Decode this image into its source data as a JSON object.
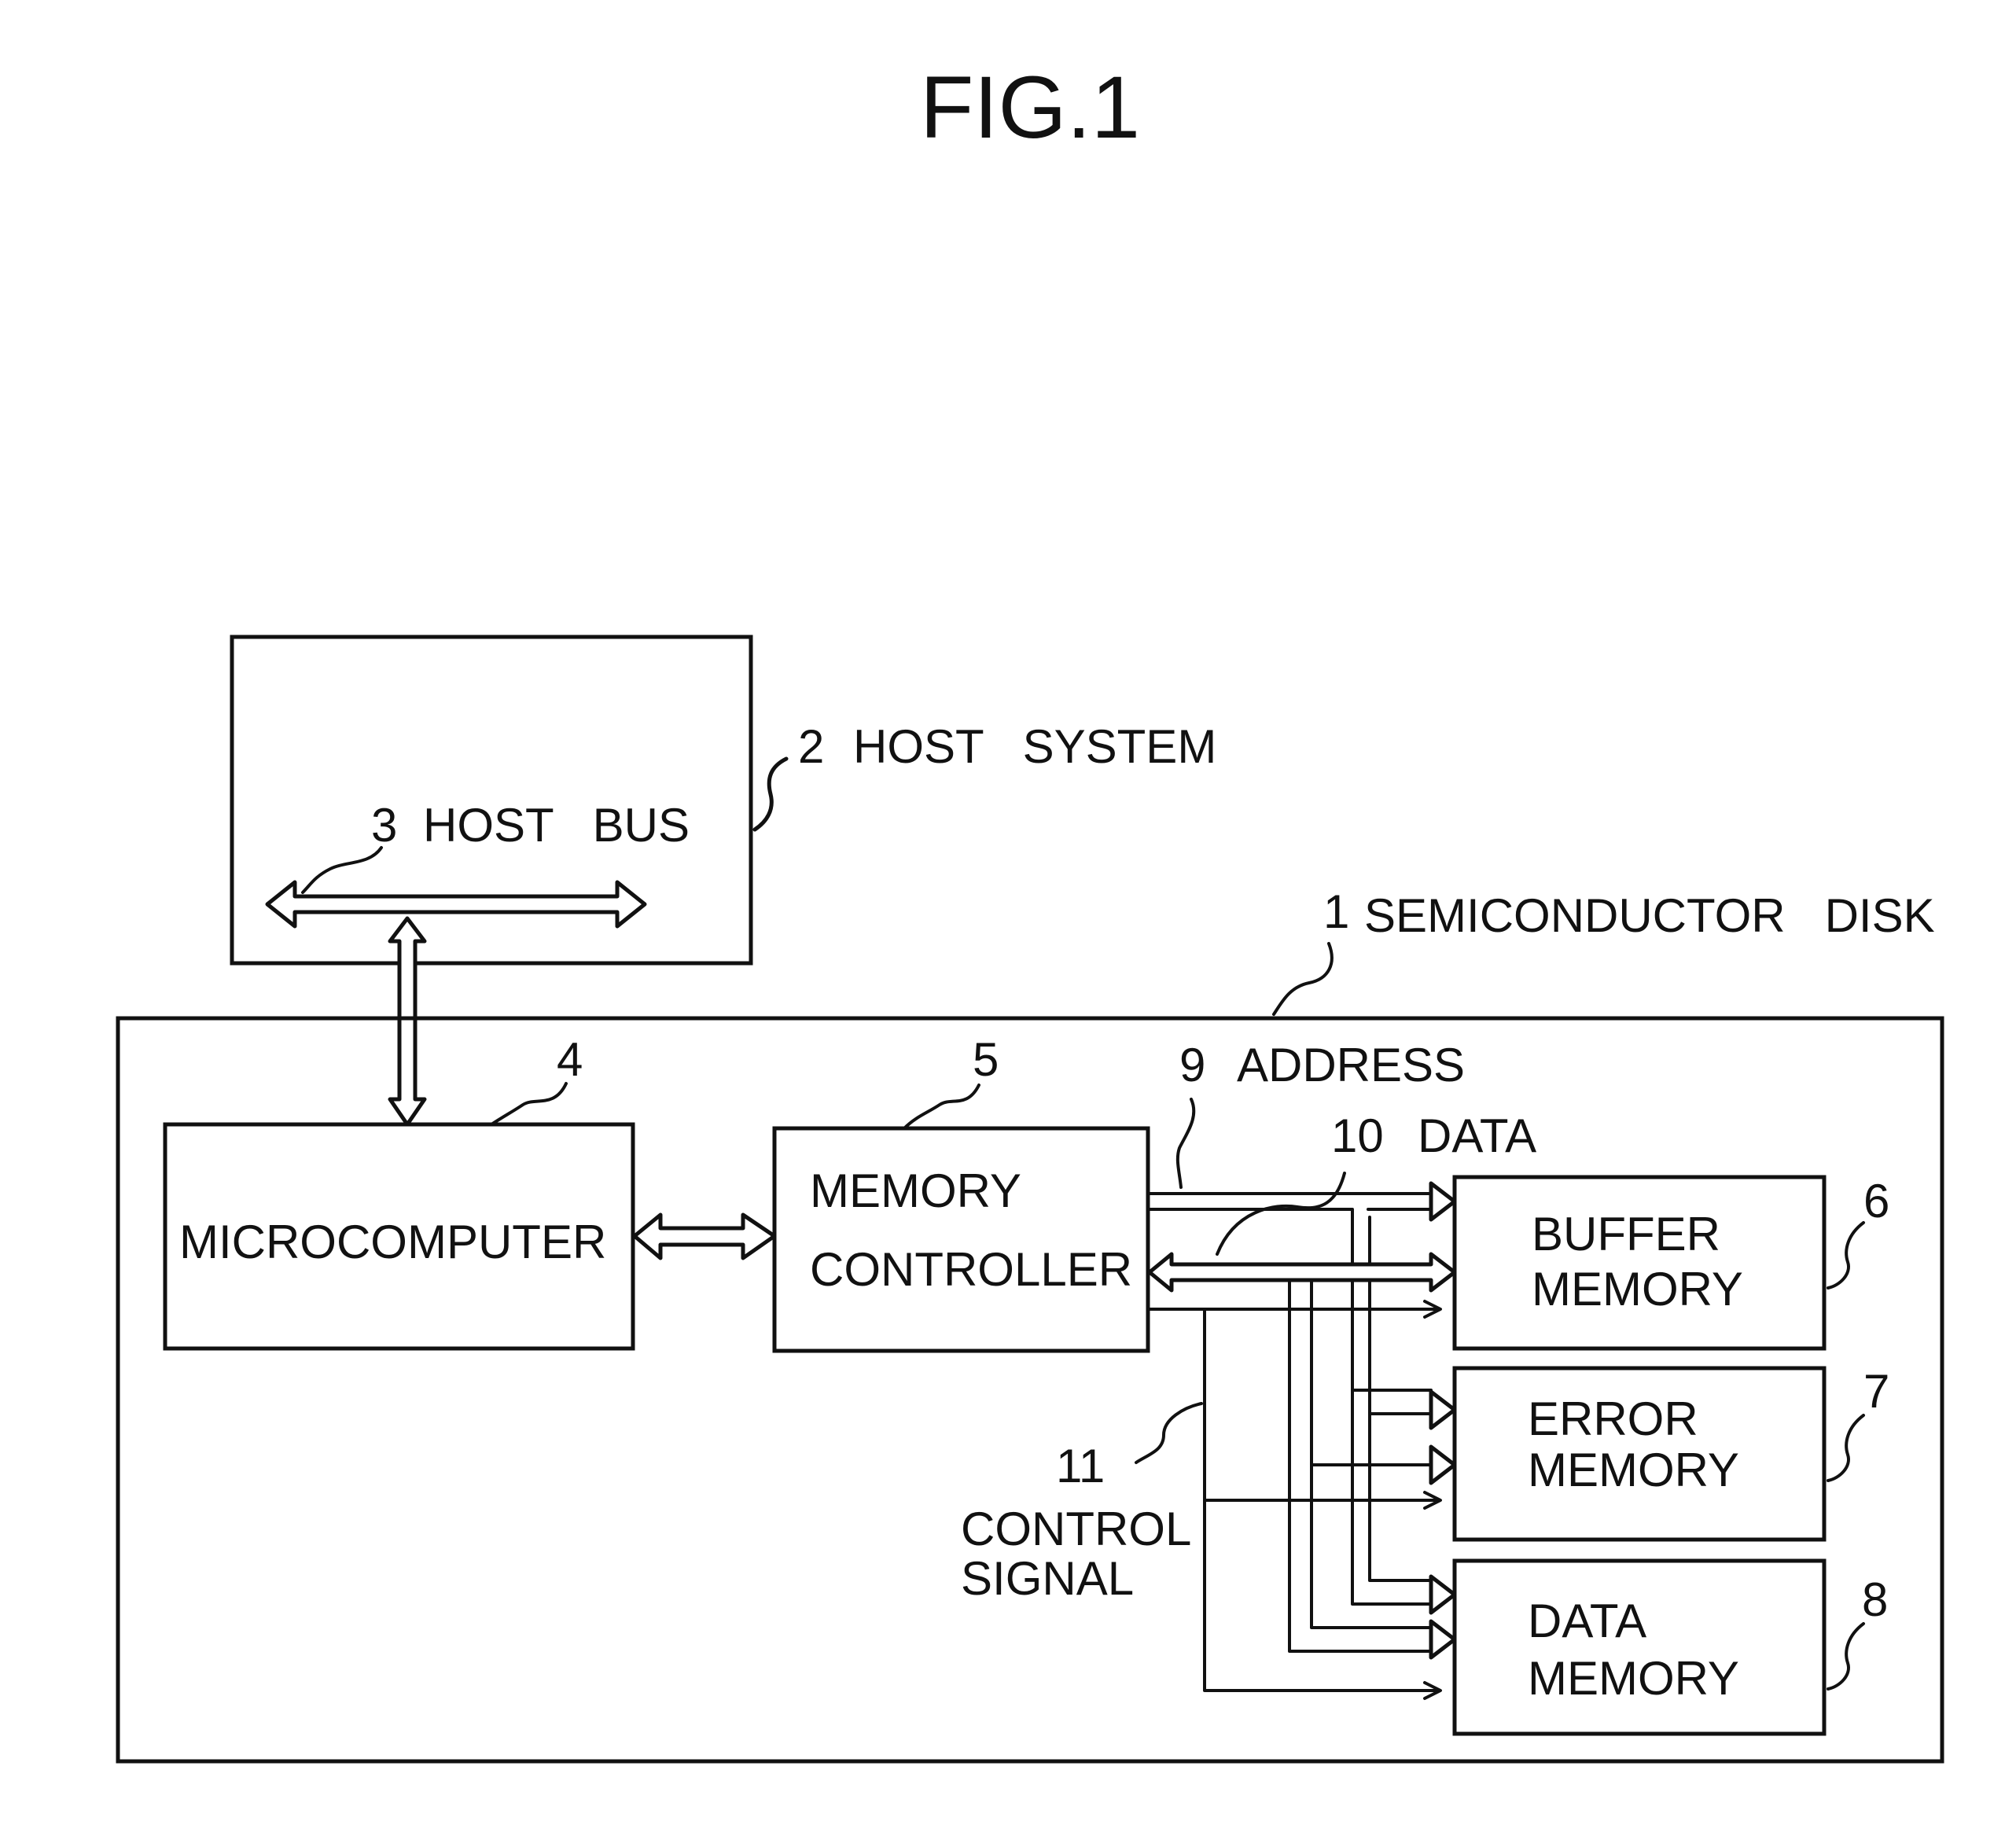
{
  "figure_title": "FIG.1",
  "labels": {
    "host_system_ref": "2",
    "host_system": "HOST   SYSTEM",
    "host_bus_ref": "3",
    "host_bus": "HOST   BUS",
    "semiconductor_disk_ref": "1",
    "semiconductor_disk": "SEMICONDUCTOR   DISK",
    "microcomputer_ref": "4",
    "microcomputer": "MICROCOMPUTER",
    "memory_controller_ref": "5",
    "memory_controller_line1": "MEMORY",
    "memory_controller_line2": "CONTROLLER",
    "address_ref": "9",
    "address": "ADDRESS",
    "data_ref": "10",
    "data": "DATA",
    "control_signal_ref": "11",
    "control_signal_line1": "CONTROL",
    "control_signal_line2": "SIGNAL",
    "buffer_memory_ref": "6",
    "buffer_memory_line1": "BUFFER",
    "buffer_memory_line2": "MEMORY",
    "error_memory_ref": "7",
    "error_memory_line1": "ERROR",
    "error_memory_line2": "MEMORY",
    "data_memory_ref": "8",
    "data_memory_line1": "DATA",
    "data_memory_line2": "MEMORY"
  }
}
